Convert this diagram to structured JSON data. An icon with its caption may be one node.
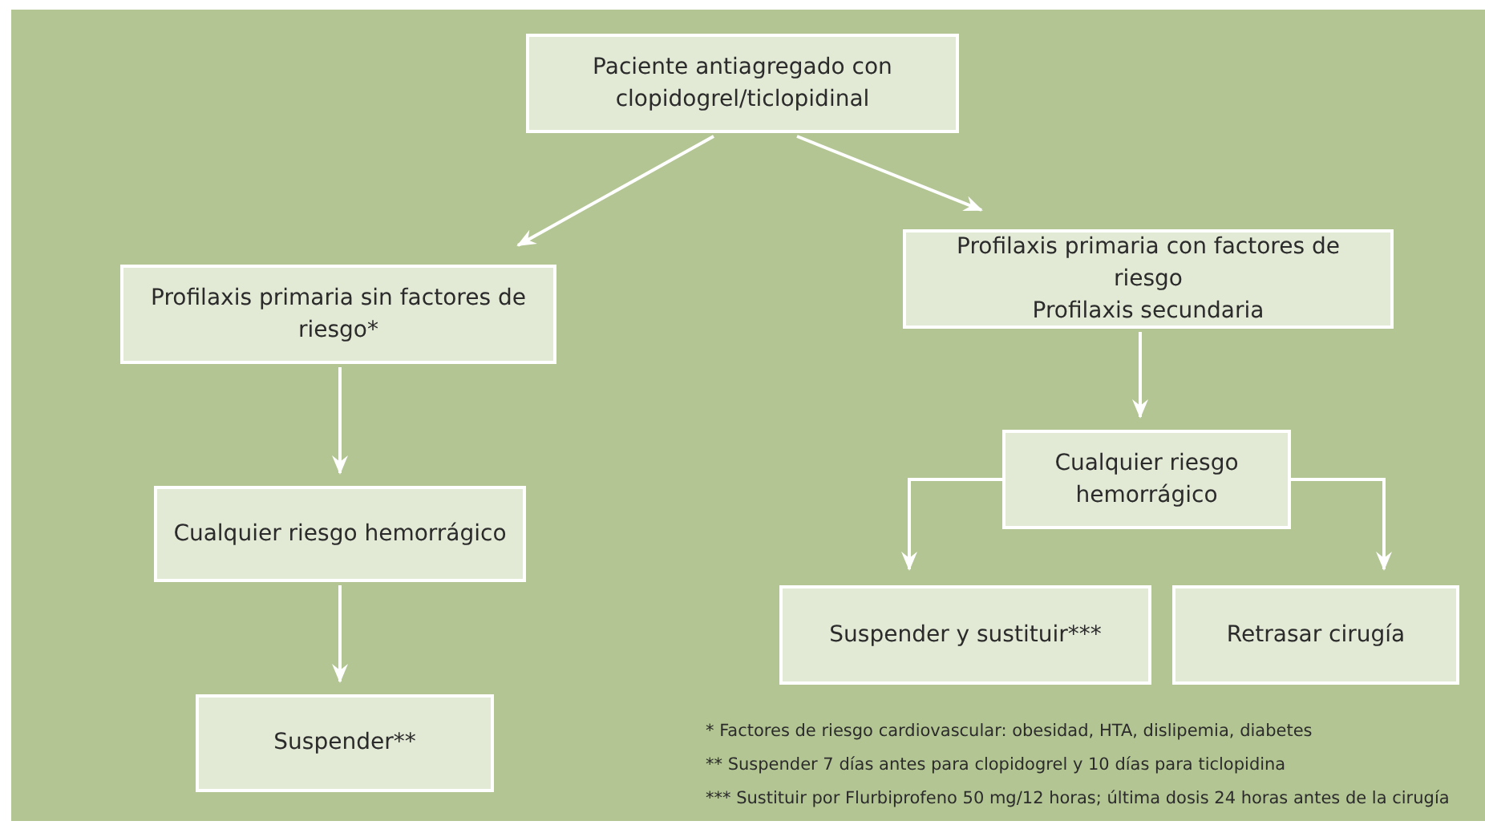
{
  "diagram": {
    "nodes": [
      {
        "text": [
          "Paciente antiagregado con clopidogrel/ticlopidinal"
        ]
      },
      {
        "text": [
          "Profilaxis primaria sin factores de riesgo*"
        ]
      },
      {
        "text": [
          "Profilaxis primaria con factores de riesgo",
          "Profilaxis secundaria"
        ]
      },
      {
        "text": [
          "Cualquier riesgo hemorrágico"
        ]
      },
      {
        "text": [
          "Cualquier riesgo hemorrágico"
        ]
      },
      {
        "text": [
          "Suspender**"
        ]
      },
      {
        "text": [
          "Suspender y sustituir***"
        ]
      },
      {
        "text": [
          "Retrasar cirugía"
        ]
      }
    ],
    "edges": [
      {
        "from": 0,
        "to": 1,
        "arrow": "to"
      },
      {
        "from": 0,
        "to": 2,
        "arrow": "to"
      },
      {
        "from": 1,
        "to": 3,
        "arrow": "to"
      },
      {
        "from": 3,
        "to": 5,
        "arrow": "to"
      },
      {
        "from": 2,
        "to": 4,
        "arrow": "to"
      },
      {
        "from": 4,
        "to": 6,
        "arrow": "to"
      },
      {
        "from": 4,
        "to": 7,
        "arrow": "to"
      }
    ],
    "labels": [
      "* Factores de riesgo cardiovascular: obesidad, HTA, dislipemia, diabetes",
      "** Suspender 7 días antes para clopidogrel y 10 días para ticlopidina",
      "*** Sustituir por Flurbiprofeno 50 mg/12 horas; última dosis 24 horas antes de la cirugía"
    ]
  }
}
